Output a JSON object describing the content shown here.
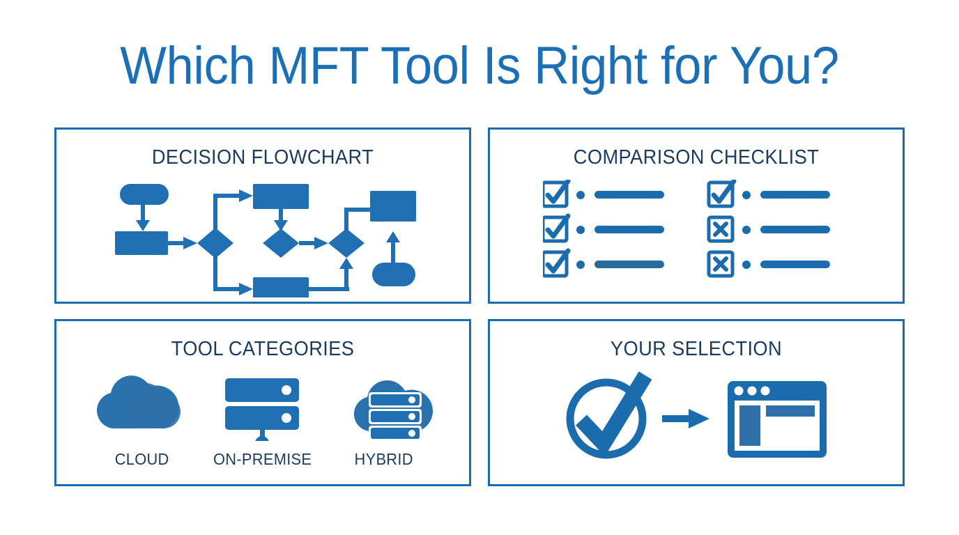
{
  "meta": {
    "background_color": "#ffffff",
    "accent_blue": "#1b6cac",
    "fill_blue": "#1f6fb2",
    "heading_navy": "#1a3a5e",
    "title_blue": "#1b6fb4"
  },
  "title": "Which MFT Tool Is Right for You?",
  "panels": [
    {
      "id": "decision-flowchart",
      "heading": "DECISION FLOWCHART",
      "icon": "flowchart-diagram",
      "nodes": [
        {
          "name": "start-pill",
          "shape": "pill"
        },
        {
          "name": "process-box-1",
          "shape": "rectangle"
        },
        {
          "name": "decision-diamond-1",
          "shape": "diamond"
        },
        {
          "name": "process-box-2",
          "shape": "rectangle"
        },
        {
          "name": "process-box-3",
          "shape": "rectangle"
        },
        {
          "name": "decision-diamond-2",
          "shape": "diamond"
        },
        {
          "name": "decision-diamond-3",
          "shape": "diamond"
        },
        {
          "name": "result-box",
          "shape": "rectangle"
        },
        {
          "name": "end-pill",
          "shape": "pill"
        }
      ]
    },
    {
      "id": "comparison-checklist",
      "heading": "COMPARISON CHECKLIST",
      "icon": "checklist-grid",
      "columns": [
        {
          "name": "left-column",
          "rows": [
            {
              "mark": "check",
              "label": "checklist-row-1"
            },
            {
              "mark": "check",
              "label": "checklist-row-2"
            },
            {
              "mark": "check",
              "label": "checklist-row-3"
            }
          ]
        },
        {
          "name": "right-column",
          "rows": [
            {
              "mark": "check",
              "label": "checklist-row-4"
            },
            {
              "mark": "cross",
              "label": "checklist-row-5"
            },
            {
              "mark": "cross",
              "label": "checklist-row-6"
            }
          ]
        }
      ]
    },
    {
      "id": "tool-categories",
      "heading": "TOOL CATEGORIES",
      "categories": [
        {
          "label": "CLOUD",
          "icon": "cloud-icon"
        },
        {
          "label": "ON-PREMISE",
          "icon": "server-rack-icon"
        },
        {
          "label": "HYBRID",
          "icon": "hybrid-cloud-server-icon"
        }
      ]
    },
    {
      "id": "your-selection",
      "heading": "YOUR SELECTION",
      "icon_sequence": [
        {
          "name": "check-circle-icon"
        },
        {
          "name": "arrow-right-icon"
        },
        {
          "name": "browser-window-icon"
        }
      ]
    }
  ]
}
